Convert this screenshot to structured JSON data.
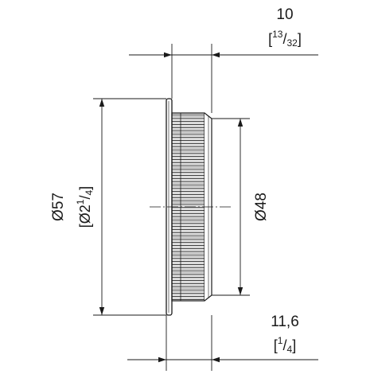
{
  "dimensions": {
    "top_width": {
      "value": "10",
      "fraction_num": "13",
      "fraction_den": "32",
      "prefix": "[",
      "suffix": "]"
    },
    "bottom_width": {
      "value": "11,6",
      "fraction_num": "1",
      "fraction_den": "4",
      "prefix": "[",
      "suffix": "]"
    },
    "outer_diameter": {
      "value": "Ø57",
      "alt_prefix": "[Ø2",
      "fraction_num": "1",
      "fraction_den": "4",
      "suffix": "]"
    },
    "inner_diameter": {
      "value": "Ø48"
    }
  },
  "colors": {
    "ink": "#1a1a1a",
    "background": "#ffffff"
  }
}
